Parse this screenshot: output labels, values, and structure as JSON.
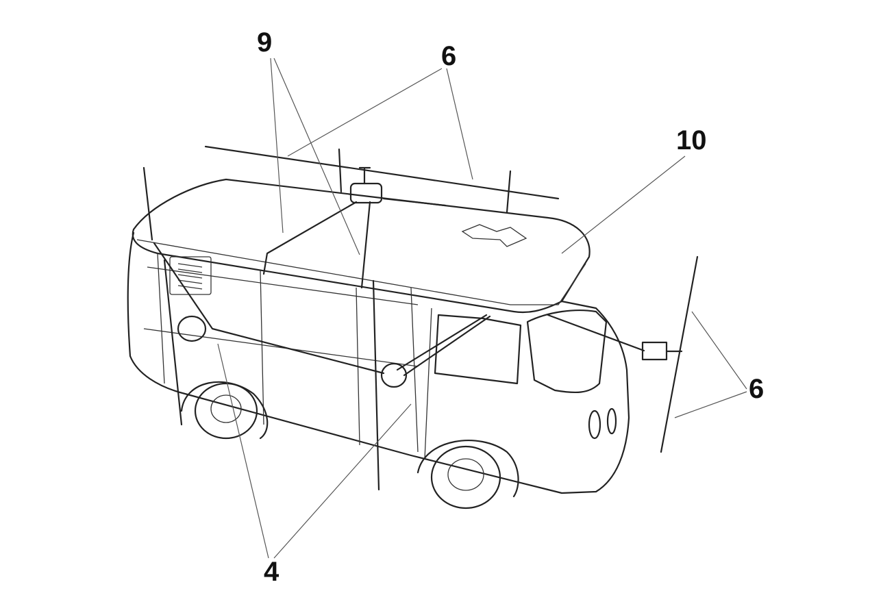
{
  "figure": {
    "labels": {
      "label_9": "9",
      "label_6_top": "6",
      "label_10": "10",
      "label_6_right": "6",
      "label_4": "4"
    }
  }
}
